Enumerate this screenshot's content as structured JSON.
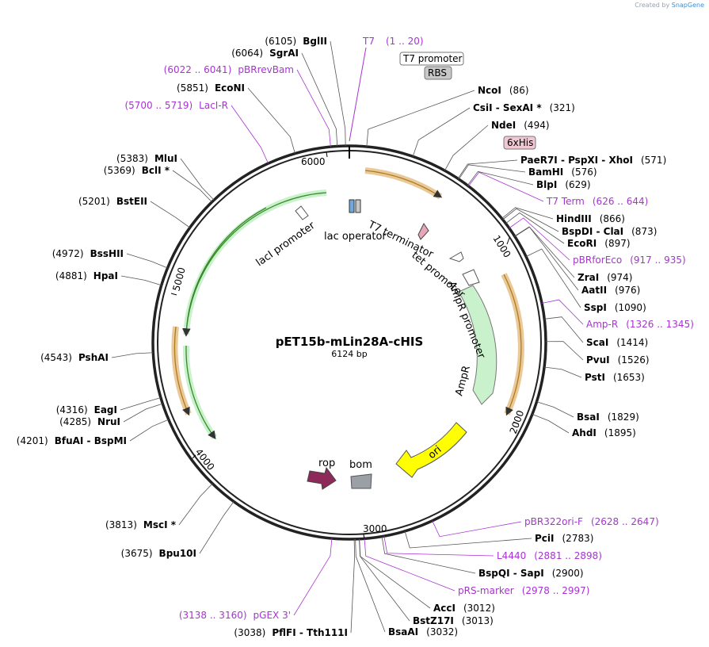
{
  "header": {
    "created_by": "Created by",
    "brand": "SnapGene"
  },
  "plasmid": {
    "name": "pET15b-mLin28A-cHIS",
    "length": "6124 bp"
  },
  "ticks": [
    {
      "text": "1000"
    },
    {
      "text": "2000"
    },
    {
      "text": "3000"
    },
    {
      "text": "4000"
    },
    {
      "text": "5000"
    },
    {
      "text": "6000"
    }
  ],
  "features": [
    {
      "name": "T7 terminator",
      "color": "#e9c997"
    },
    {
      "name": "tet promoter",
      "color": "#ffffff"
    },
    {
      "name": "AmpR promoter",
      "color": "#ffffff"
    },
    {
      "name": "AmpR",
      "color": "#c9f2cc"
    },
    {
      "name": "ori",
      "color": "#ffff00"
    },
    {
      "name": "bom",
      "color": "#9aa0a6"
    },
    {
      "name": "rop",
      "color": "#8e2a5a"
    },
    {
      "name": "lacI promoter",
      "color": "#ffffff"
    },
    {
      "name": "lac operator",
      "color": "#6fa8dc"
    },
    {
      "name": "lacI",
      "color": "#c9f2cc"
    }
  ],
  "boxed_labels": [
    {
      "text": "T7 promoter",
      "fill": "#ffffff"
    },
    {
      "text": "RBS",
      "fill": "#c8c8c8"
    },
    {
      "text": "6xHis",
      "fill": "#f0c8d4"
    }
  ],
  "right_labels": [
    {
      "name": "NcoI",
      "pos": "(86)"
    },
    {
      "name": "CsiI  - SexAI *",
      "pos": "(321)"
    },
    {
      "name": "NdeI",
      "pos": "(494)"
    },
    {
      "name": "PaeR7I  - PspXI  - XhoI",
      "pos": "(571)"
    },
    {
      "name": "BamHI",
      "pos": "(576)"
    },
    {
      "name": "BlpI",
      "pos": "(629)"
    },
    {
      "name": "T7 Term",
      "pos": "(626 .. 644)",
      "primer": true
    },
    {
      "name": "HindIII",
      "pos": "(866)"
    },
    {
      "name": "BspDI  - ClaI",
      "pos": "(873)"
    },
    {
      "name": "EcoRI",
      "pos": "(897)"
    },
    {
      "name": "pBRforEco",
      "pos": "(917 .. 935)",
      "primer": true
    },
    {
      "name": "ZraI",
      "pos": "(974)"
    },
    {
      "name": "AatII",
      "pos": "(976)"
    },
    {
      "name": "SspI",
      "pos": "(1090)"
    },
    {
      "name": "Amp-R",
      "pos": "(1326 .. 1345)",
      "primer": true
    },
    {
      "name": "ScaI",
      "pos": "(1414)"
    },
    {
      "name": "PvuI",
      "pos": "(1526)"
    },
    {
      "name": "PstI",
      "pos": "(1653)"
    },
    {
      "name": "BsaI",
      "pos": "(1829)"
    },
    {
      "name": "AhdI",
      "pos": "(1895)"
    },
    {
      "name": "pBR322ori-F",
      "pos": "(2628 .. 2647)",
      "primer": true
    },
    {
      "name": "PciI",
      "pos": "(2783)"
    },
    {
      "name": "L4440",
      "pos": "(2881 .. 2898)",
      "primer": true
    },
    {
      "name": "BspQI  - SapI",
      "pos": "(2900)"
    },
    {
      "name": "pRS-marker",
      "pos": "(2978 .. 2997)",
      "primer": true
    },
    {
      "name": "AccI",
      "pos": "(3012)"
    },
    {
      "name": "BstZ17I",
      "pos": "(3013)"
    },
    {
      "name": "BsaAI",
      "pos": "(3032)"
    }
  ],
  "left_labels": [
    {
      "name": "BglII",
      "pos": "(6105)"
    },
    {
      "name": "SgrAI",
      "pos": "(6064)"
    },
    {
      "name": "pBRrevBam",
      "pos": "(6022 .. 6041)",
      "primer": true
    },
    {
      "name": "EcoNI",
      "pos": "(5851)"
    },
    {
      "name": "LacI-R",
      "pos": "(5700 .. 5719)",
      "primer": true
    },
    {
      "name": "MluI",
      "pos": "(5383)"
    },
    {
      "name": "BclI *",
      "pos": "(5369)"
    },
    {
      "name": "BstEII",
      "pos": "(5201)"
    },
    {
      "name": "BssHII",
      "pos": "(4972)"
    },
    {
      "name": "HpaI",
      "pos": "(4881)"
    },
    {
      "name": "PshAI",
      "pos": "(4543)"
    },
    {
      "name": "EagI",
      "pos": "(4316)"
    },
    {
      "name": "NruI",
      "pos": "(4285)"
    },
    {
      "name": "BfuAI  - BspMI",
      "pos": "(4201)"
    },
    {
      "name": "MscI *",
      "pos": "(3813)"
    },
    {
      "name": "Bpu10I",
      "pos": "(3675)"
    },
    {
      "name": "pGEX 3'",
      "pos": "(3138 .. 3160)",
      "primer": true
    },
    {
      "name": "PflFI  - Tth111I",
      "pos": "(3038)"
    }
  ],
  "top_primer": {
    "name": "T7",
    "pos": "(1 .. 20)"
  },
  "colors": {
    "primer": "#a832d4",
    "line": "#555555"
  }
}
